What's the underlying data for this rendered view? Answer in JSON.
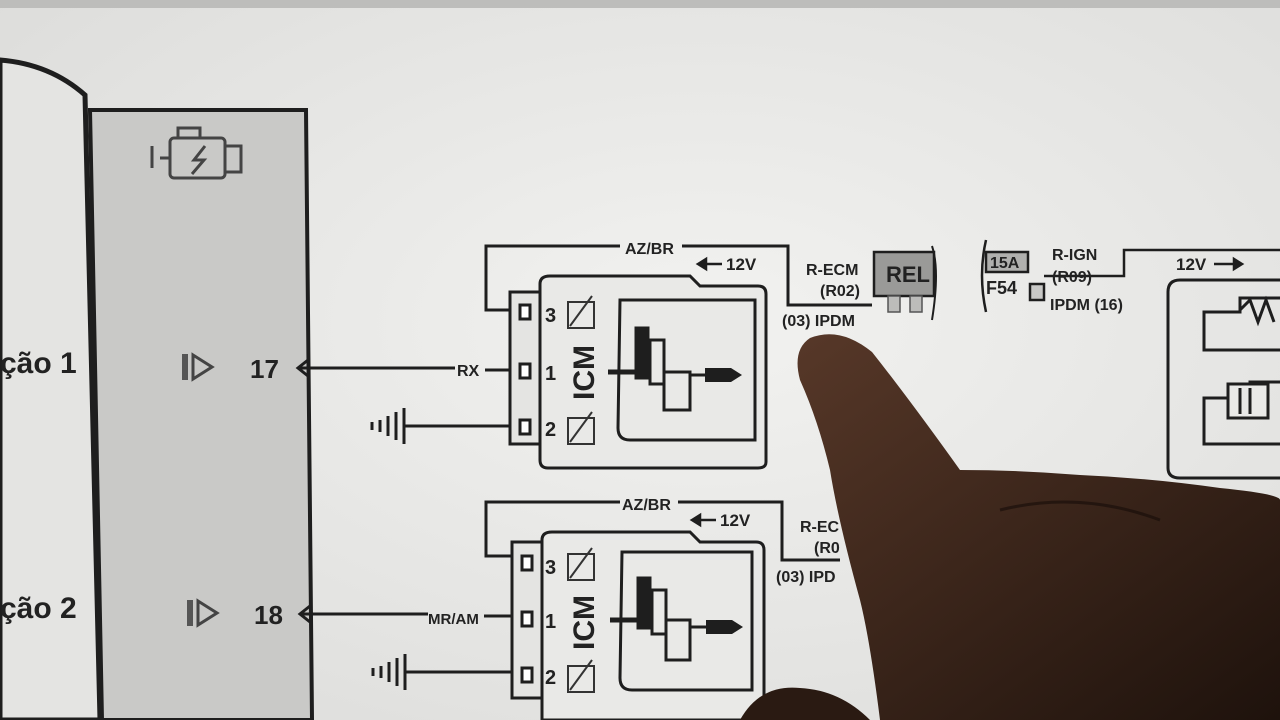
{
  "colors": {
    "screen_bg": "#ececea",
    "module_fill": "#c9c9c7",
    "wire": "#1e1e1e",
    "relay_fill": "#9a9a98",
    "hand": "#3a2418"
  },
  "ecm": {
    "icon": "engine-icon",
    "outputs": [
      {
        "label": "ção 1",
        "pin": "17",
        "arrow_icon": "output-arrow-icon"
      },
      {
        "label": "ção 2",
        "pin": "18",
        "arrow_icon": "output-arrow-icon"
      }
    ]
  },
  "circuits": [
    {
      "wire_top": "AZ/BR",
      "voltage": "12V",
      "feed_line1": "R-ECM",
      "feed_line2": "(R02)",
      "feed_source": "(03) IPDM",
      "signal_wire": "RX",
      "icm_label": "ICM",
      "pins": [
        "3",
        "1",
        "2"
      ],
      "ground_icon": "ground-icon",
      "coil_icon": "ignition-coil-icon",
      "spark_icon": "spark-plug-icon"
    },
    {
      "wire_top": "AZ/BR",
      "voltage": "12V",
      "feed_line1": "R-EC",
      "feed_line2": "(R0",
      "feed_source": "(03) IPD",
      "signal_wire": "MR/AM",
      "icm_label": "ICM",
      "pins": [
        "3",
        "1",
        "2"
      ],
      "ground_icon": "ground-icon",
      "coil_icon": "ignition-coil-icon",
      "spark_icon": "spark-plug-icon"
    }
  ],
  "relay": {
    "label": "REL"
  },
  "fuse": {
    "rating": "15A",
    "id": "F54",
    "feed_line1": "R-IGN",
    "feed_line2": "(R09)",
    "feed_source": "IPDM (16)",
    "voltage": "12V"
  }
}
